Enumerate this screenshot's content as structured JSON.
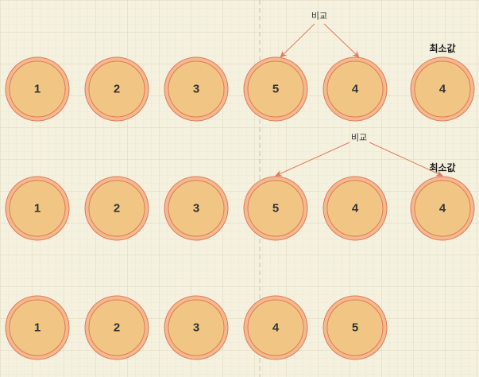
{
  "colors": {
    "background": "#f5f1df",
    "grid_minor": "#e7e1cb",
    "grid_major": "#ddd5bb",
    "node_fill": "#f1c684",
    "node_stroke": "#e07a5f",
    "node_outer": "#f3b98a",
    "arrow": "#e07a5f",
    "divider": "#c9c2a8"
  },
  "rows": [
    {
      "nodes": [
        "1",
        "2",
        "3",
        "5",
        "4",
        "4"
      ]
    },
    {
      "nodes": [
        "1",
        "2",
        "3",
        "5",
        "4",
        "4"
      ]
    },
    {
      "nodes": [
        "1",
        "2",
        "3",
        "4",
        "5"
      ]
    }
  ],
  "annotations": {
    "compare_1": "비교",
    "compare_2": "비교",
    "min_value_1": "최소값",
    "min_value_2": "최소값"
  }
}
